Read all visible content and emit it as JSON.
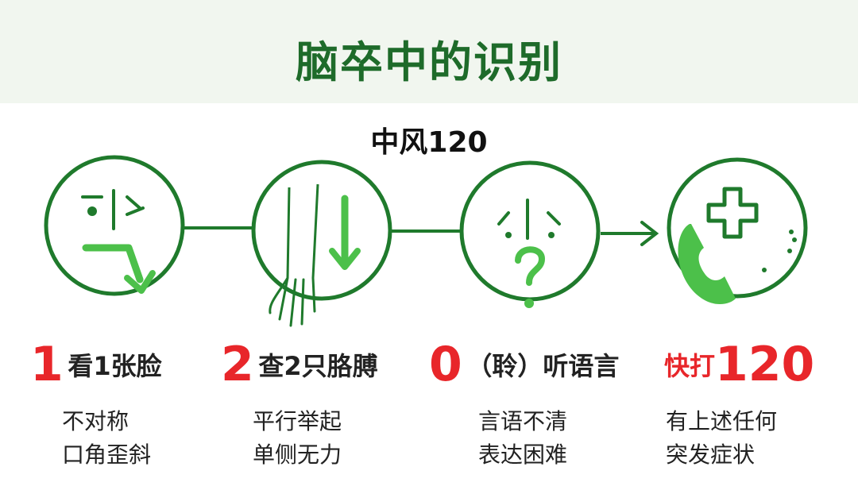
{
  "title": "脑卒中的识别",
  "subtitle": "中风120",
  "colors": {
    "title_green": "#1e6b2a",
    "circle_green": "#1f7a2c",
    "light_green": "#4cc04a",
    "red": "#e8262a"
  },
  "steps": [
    {
      "num": "1",
      "title": "看1张脸",
      "desc1": "不对称",
      "desc2": "口角歪斜",
      "icon": "face-asymmetric-icon"
    },
    {
      "num": "2",
      "title": "查2只胳膊",
      "desc1": "平行举起",
      "desc2": "单侧无力",
      "icon": "arm-down-icon"
    },
    {
      "num": "0",
      "title": "（聆）听语言",
      "desc1": "言语不清",
      "desc2": "表达困难",
      "icon": "face-question-icon"
    },
    {
      "prefix": "快打",
      "num": "120",
      "desc1": "有上述任何",
      "desc2": "突发症状",
      "icon": "phone-medical-icon"
    }
  ]
}
